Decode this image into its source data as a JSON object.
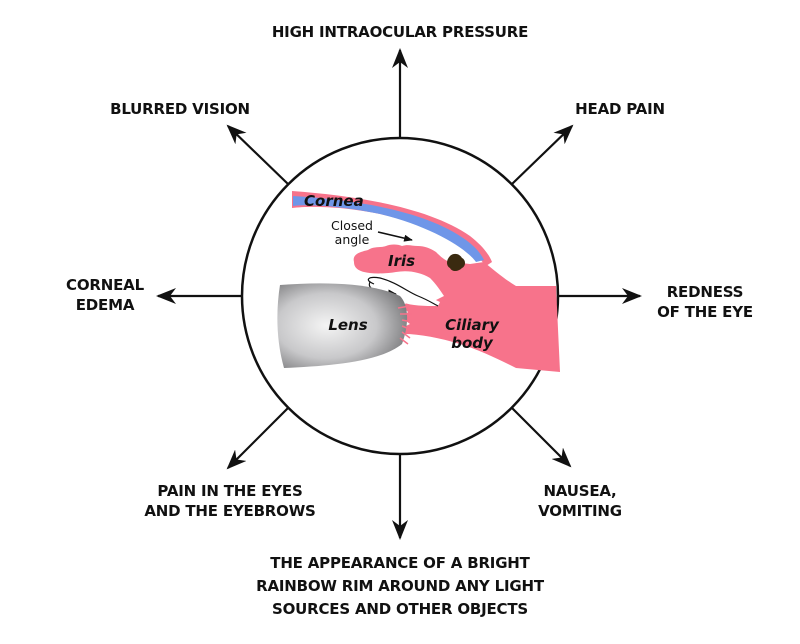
{
  "diagram": {
    "title": "Angle-closure glaucoma symptoms",
    "center_labels": {
      "cornea": "Cornea",
      "closed_angle_line1": "Closed",
      "closed_angle_line2": "angle",
      "iris": "Iris",
      "lens": "Lens",
      "ciliary_line1": "Ciliary",
      "ciliary_line2": "body"
    },
    "symptoms": [
      {
        "id": "top",
        "direction": "up",
        "lines": [
          "HIGH INTRAOCULAR PRESSURE"
        ]
      },
      {
        "id": "top-right",
        "direction": "up-right",
        "lines": [
          "HEAD PAIN"
        ]
      },
      {
        "id": "right",
        "direction": "right",
        "lines": [
          "REDNESS",
          "OF THE EYE"
        ]
      },
      {
        "id": "bottom-right",
        "direction": "down-right",
        "lines": [
          "NAUSEA,",
          "VOMITING"
        ]
      },
      {
        "id": "bottom",
        "direction": "down",
        "lines": [
          "THE APPEARANCE OF A BRIGHT",
          "RAINBOW RIM AROUND ANY LIGHT",
          "SOURCES AND OTHER OBJECTS"
        ]
      },
      {
        "id": "bottom-left",
        "direction": "down-left",
        "lines": [
          "PAIN IN THE EYES",
          "AND THE EYEBROWS"
        ]
      },
      {
        "id": "left",
        "direction": "left",
        "lines": [
          "CORNEAL",
          "EDEMA"
        ]
      },
      {
        "id": "top-left",
        "direction": "up-left",
        "lines": [
          "BLURRED VISION"
        ]
      }
    ],
    "colors": {
      "tissue_pink": "#f7738b",
      "cornea_blue": "#6f96e8",
      "deposit_brown": "#3a2a10",
      "line_black": "#111111",
      "lens_dark": "#6e6e70",
      "lens_light": "#f4f4f4"
    }
  }
}
